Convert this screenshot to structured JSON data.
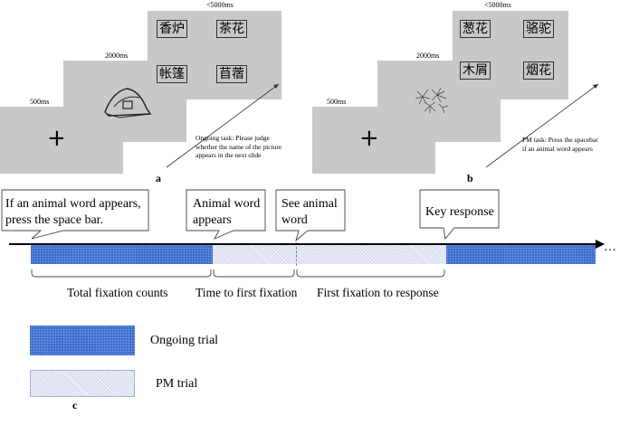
{
  "panel_a": {
    "label": "a",
    "times": [
      "500ms",
      "2000ms",
      "<5000ms"
    ],
    "words": [
      "香炉",
      "茶花",
      "帐篷",
      "苜蓿"
    ],
    "task": [
      "Ongoing task: Please judge",
      "whether the name of the picture",
      "appears in the next slide"
    ]
  },
  "panel_b": {
    "label": "b",
    "times": [
      "500ms",
      "2000ms",
      "<5000ms"
    ],
    "words": [
      "葱花",
      "骆驼",
      "木屑",
      "烟花"
    ],
    "task": [
      "PM task: Press the spacebar",
      "if an animal word appears"
    ]
  },
  "timeline": {
    "callouts": [
      [
        "If an animal word appears,",
        "press the space bar."
      ],
      [
        "Animal word",
        "appears"
      ],
      [
        "See animal",
        "word"
      ],
      [
        "Key response"
      ]
    ],
    "segments": [
      "Total fixation counts",
      "Time to first fixation",
      "First fixation to response"
    ],
    "ellipsis": "…"
  },
  "legend": {
    "items": [
      "Ongoing trial",
      "PM trial"
    ]
  },
  "panel_c": {
    "label": "c"
  },
  "colors": {
    "slide": "#c8c8c8",
    "ongoing": "#3f6fcf",
    "pm": "#eef1fa"
  }
}
